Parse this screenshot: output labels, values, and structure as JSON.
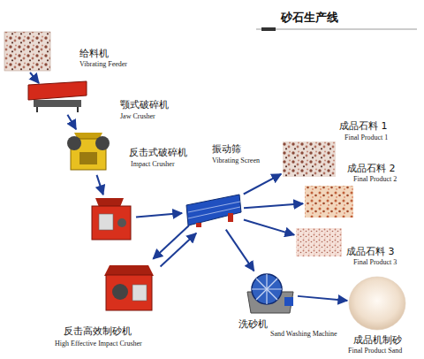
{
  "diagram": {
    "title": "砂石生产线",
    "nodes": [
      {
        "text": [
          "给料机",
          "Vibrating Feeder"
        ]
      },
      {
        "text": [
          "颚式破碎机",
          "Jaw Crusher"
        ]
      },
      {
        "text": [
          "反击式破碎机",
          "Impact Crusher"
        ]
      },
      {
        "text": [
          "振动筛",
          "Vibrating Screen"
        ]
      },
      {
        "text": [
          "成品石料 1",
          "Final Product 1"
        ]
      },
      {
        "text": [
          "成品石料 2",
          "Final Product 2"
        ]
      },
      {
        "text": [
          "成品石料 3",
          "Final Product 3"
        ]
      },
      {
        "text": [
          "反击高效制砂机",
          "High Effective Impact Crusher"
        ]
      },
      {
        "text": [
          "洗砂机",
          "Sand Washing Machine"
        ]
      },
      {
        "text": [
          "成品机制砂",
          "Final Product Sand"
        ]
      }
    ],
    "edges": [
      {
        "from": 0,
        "to": 1,
        "arrow": "to"
      },
      {
        "from": 1,
        "to": 2,
        "arrow": "to"
      },
      {
        "from": 2,
        "to": 3,
        "arrow": "to"
      },
      {
        "from": 3,
        "to": 4,
        "arrow": "to"
      },
      {
        "from": 3,
        "to": 5,
        "arrow": "to"
      },
      {
        "from": 3,
        "to": 6,
        "arrow": "to"
      },
      {
        "from": 3,
        "to": 7,
        "arrow": "to"
      },
      {
        "from": 7,
        "to": 3,
        "arrow": "to"
      },
      {
        "from": 3,
        "to": 8,
        "arrow": "to"
      },
      {
        "from": 8,
        "to": 9,
        "arrow": "to"
      }
    ]
  }
}
